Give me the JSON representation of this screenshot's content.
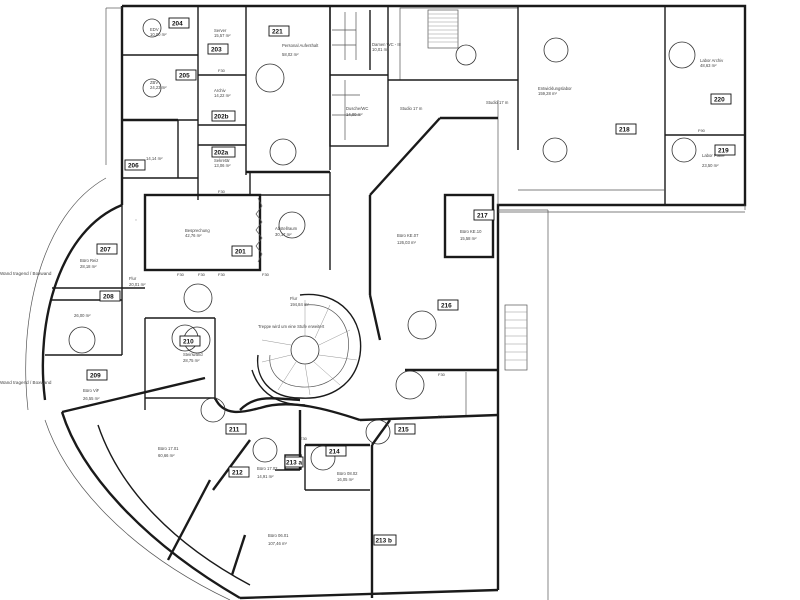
{
  "rooms": [
    {
      "id": "r204",
      "tag": "204",
      "name": "EDV",
      "area": "10,00 m²"
    },
    {
      "id": "r203",
      "tag": "203",
      "name": "Server",
      "area": "15,57 m²"
    },
    {
      "id": "r221",
      "tag": "221",
      "name": "Personal Aufenthalt",
      "area": "58,02 m²"
    },
    {
      "id": "r205",
      "tag": "205",
      "name": "ZBV",
      "area": "24,23 m²"
    },
    {
      "id": "r202b",
      "tag": "202b",
      "name": "Archiv",
      "area": "14,22 m²"
    },
    {
      "id": "r202a",
      "tag": "202a",
      "name": "Sekretär",
      "area": "13,06 m²"
    },
    {
      "id": "r206",
      "tag": "206",
      "name": "",
      "area": "14,14 m²"
    },
    {
      "id": "r201",
      "tag": "201",
      "name": "Besprechung",
      "area": "42,76 m²"
    },
    {
      "id": "r220",
      "tag": "220",
      "name": "Labor Archiv",
      "area": "48,63 m²"
    },
    {
      "id": "r218",
      "tag": "218",
      "name": "Entwicklungslabor",
      "area": "159,28 m²"
    },
    {
      "id": "r219",
      "tag": "219",
      "name": "Labor Pläne",
      "area": "23,50 m²"
    },
    {
      "id": "r217",
      "tag": "217",
      "name": "Büro KE.10",
      "area": "15,58 m²"
    },
    {
      "id": "r216",
      "tag": "216",
      "name": "Büro KE.07",
      "area": "126,03 m²"
    },
    {
      "id": "r207",
      "tag": "207",
      "name": "Büro Reiz",
      "area": "28,18 m²"
    },
    {
      "id": "r208",
      "tag": "208",
      "name": "",
      "area": "26,00 m²"
    },
    {
      "id": "r210",
      "tag": "210",
      "name": "Steinwand",
      "area": "28,75 m²"
    },
    {
      "id": "r209",
      "tag": "209",
      "name": "Büro ViF",
      "area": "26,55 m²"
    },
    {
      "id": "r211",
      "tag": "211",
      "name": "",
      "area": ""
    },
    {
      "id": "r212",
      "tag": "212",
      "name": "Büro 17.02",
      "area": "14,91 m²"
    },
    {
      "id": "r213a",
      "tag": "213 a",
      "name": "",
      "area": ""
    },
    {
      "id": "r214",
      "tag": "214",
      "name": "Büro 08.02",
      "area": "16,05 m²"
    },
    {
      "id": "r215",
      "tag": "215",
      "name": "",
      "area": ""
    },
    {
      "id": "r213b",
      "tag": "213 b",
      "name": "Büro 06.01",
      "area": "107,46 m²"
    },
    {
      "id": "rbig",
      "tag": "",
      "name": "Büro 17.01",
      "area": "60,66 m²"
    }
  ],
  "labels": {
    "flur_main": "Flur",
    "flur_main_area": "194,84 m²",
    "treppe_note": "Treppe wird um eine Stufe erweitert",
    "flur_small": "Flur",
    "flur_small_area": "20,01 m²",
    "wc": "Damen WC - III",
    "wc_area": "10,01 m²",
    "dusche": "Dusche/WC",
    "dusche_area": "14,00 m²",
    "studio1": "Studio 17 m",
    "studio2": "Studio 17 m",
    "abstell": "Abstellraum",
    "abstell_area": "30,17 m²",
    "wand_left_top": "Wand tragend / Boxwand",
    "wand_left_bottom": "Wand tragend / Boxwand",
    "door_labels": [
      "F30",
      "F30",
      "F30",
      "F30",
      "F30",
      "F30",
      "F30",
      "F30",
      "T30",
      "F90"
    ]
  },
  "colors": {
    "wall": "#1a1a1a",
    "background": "#ffffff",
    "tag_border": "#111111"
  }
}
